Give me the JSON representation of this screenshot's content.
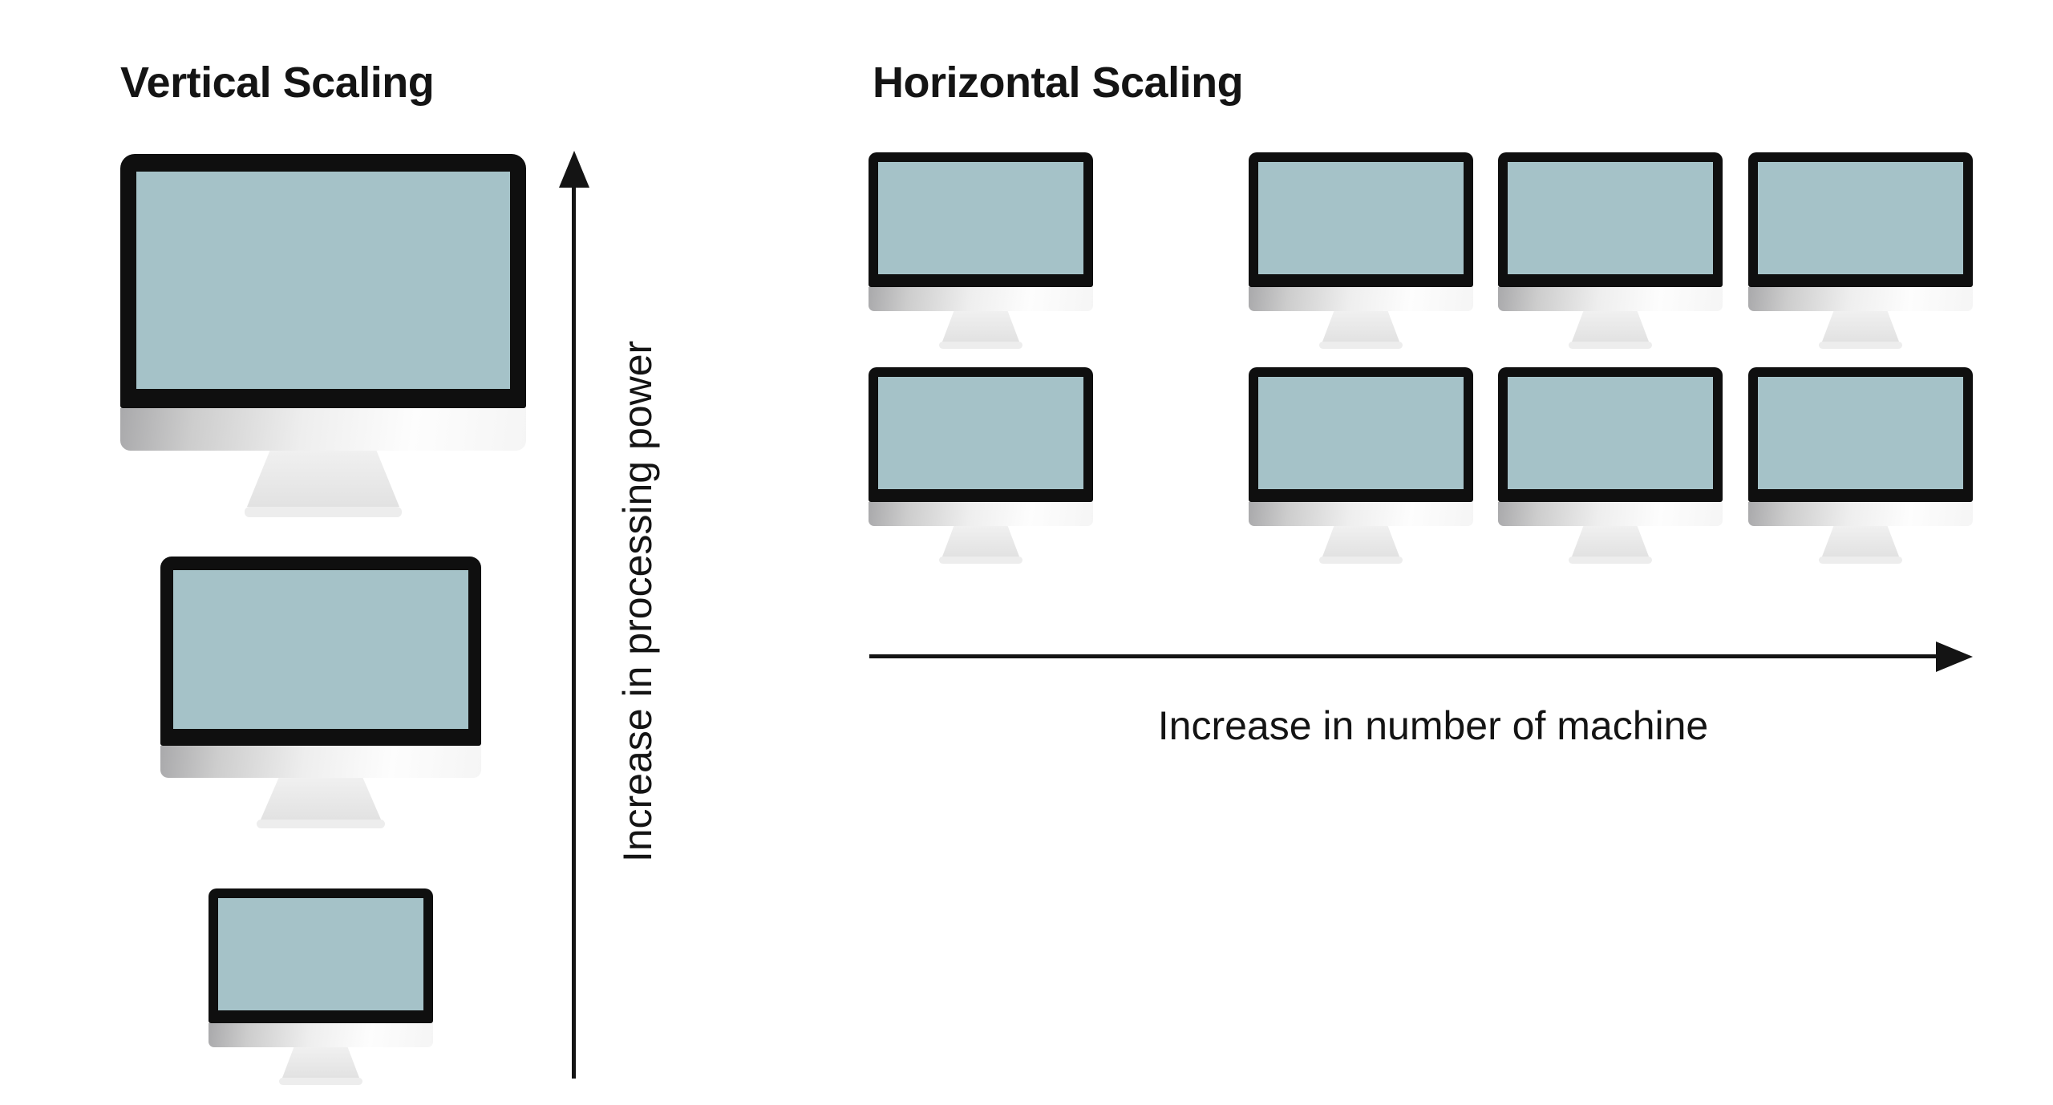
{
  "left_panel": {
    "title": "Vertical Scaling",
    "axis_label": "Increase in processing power",
    "description": "single machine growing in size",
    "monitors": [
      {
        "size": "large"
      },
      {
        "size": "medium"
      },
      {
        "size": "small"
      }
    ]
  },
  "right_panel": {
    "title": "Horizontal Scaling",
    "axis_label": "Increase in number of machine",
    "description": "many identical machines",
    "rows": [
      {
        "monitors": [
          "small",
          "small",
          "small",
          "small"
        ]
      },
      {
        "monitors": [
          "small",
          "small",
          "small",
          "small"
        ]
      }
    ]
  },
  "colors": {
    "background": "#ffffff",
    "screen": "#a5c2c8",
    "bezel": "#0f0f0f",
    "ink": "#141414"
  }
}
